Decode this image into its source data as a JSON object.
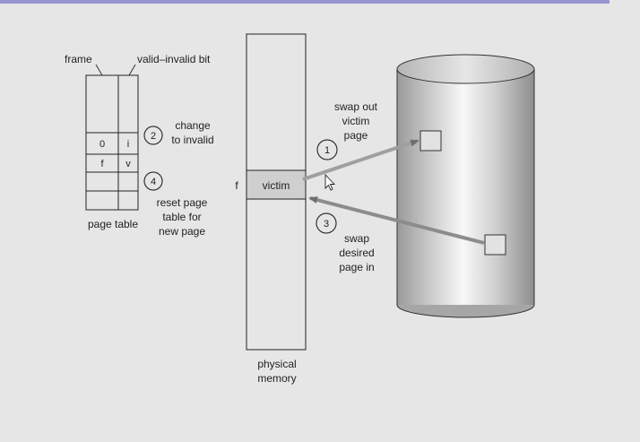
{
  "page_table": {
    "frame_label": "frame",
    "valid_invalid_label": "valid–invalid bit",
    "row1": {
      "frame": "0",
      "bit": "i"
    },
    "row2": {
      "frame": "f",
      "bit": "v"
    },
    "caption": "page table"
  },
  "steps": {
    "step1": {
      "number": "1",
      "lines": [
        "swap out",
        "victim",
        "page"
      ]
    },
    "step2": {
      "number": "2",
      "lines": [
        "change",
        "to invalid"
      ]
    },
    "step3": {
      "number": "3",
      "lines": [
        "swap",
        "desired",
        "page in"
      ]
    },
    "step4": {
      "number": "4",
      "lines": [
        "reset page",
        "table for",
        "new page"
      ]
    }
  },
  "memory": {
    "frame_marker": "f",
    "victim_label": "victim",
    "caption_lines": [
      "physical",
      "memory"
    ]
  },
  "colors": {
    "accent_bar": "#9a95d2",
    "victim_fill": "#cfcfcf",
    "arrow": "#8a8a8a"
  }
}
